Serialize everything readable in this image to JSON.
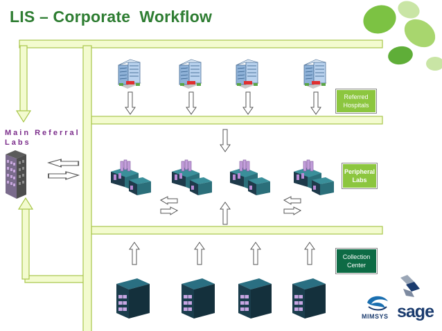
{
  "title": "LIS – Corporate  Workflow",
  "main_referral_labs": "Main Referral Labs",
  "tiers": {
    "referred_hospitals": "Referred Hospitals",
    "peripheral_labs": "Peripheral Labs",
    "collection_center": "Collection Center"
  },
  "brands": {
    "mimsys": "MIMSYS",
    "sage": "sage"
  },
  "icons": {
    "hospital": "hospital-building-icon",
    "peripheral_lab": "factory-building-icon",
    "collection_center": "cube-building-icon",
    "main_lab": "office-tower-icon"
  },
  "colors": {
    "title": "#2e7d32",
    "label_purple": "#7b2d8b",
    "tag_light_green": "#8cc63f",
    "tag_dark_green": "#0d6b45",
    "bar_fill": "#f3fbcf",
    "bar_stroke": "#a8c64a",
    "brand_blue": "#1a3b6e"
  }
}
